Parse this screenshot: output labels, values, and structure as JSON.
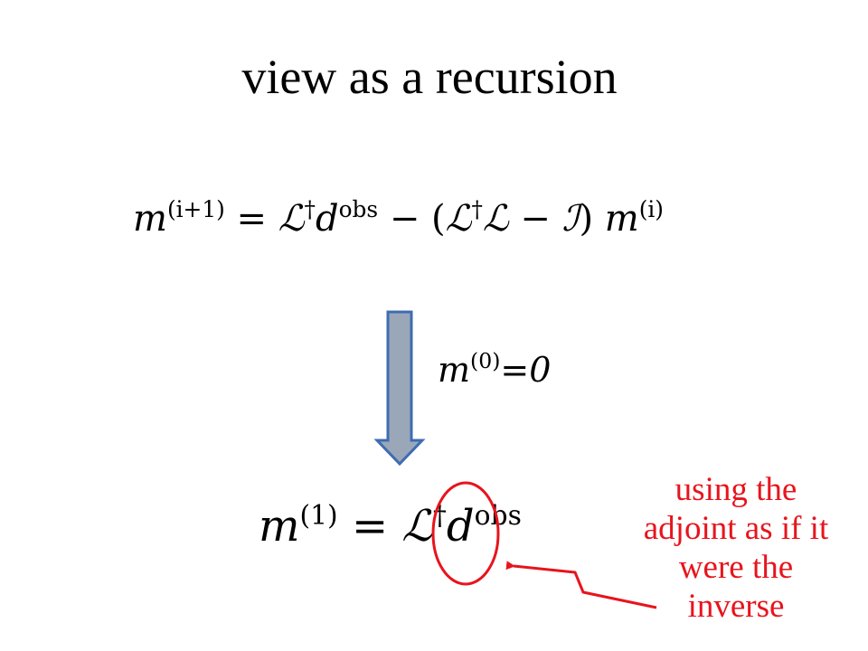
{
  "slide": {
    "title": "view as a recursion"
  },
  "equations": {
    "recursion": {
      "lhs_var": "m",
      "lhs_sup": "(i+1)",
      "equals": "=",
      "op_L": "ℒ",
      "dagger": "†",
      "data_var": "d",
      "data_sup": "obs",
      "minus": "−",
      "open_paren": "(",
      "op_L2": "ℒ",
      "dagger2": "†",
      "op_L3": "ℒ",
      "minus2": "−",
      "identity": "ℐ",
      "close_paren": ")",
      "rhs_var": "m",
      "rhs_sup": "(i)"
    },
    "initial": {
      "var": "m",
      "sup": "(0)",
      "equals": "=",
      "value": "0"
    },
    "result": {
      "lhs_var": "m",
      "lhs_sup": "(1)",
      "equals": "=",
      "op_L": "ℒ",
      "dagger": "†",
      "data_var": "d",
      "data_sup": "obs"
    }
  },
  "annotation": {
    "lines": [
      "using the",
      "adjoint as if it",
      "were the",
      "inverse"
    ],
    "color": "#e8141c"
  },
  "colors": {
    "arrow_fill": "#9aa7b8",
    "arrow_stroke": "#3f6cb1",
    "highlight": "#e8141c"
  }
}
